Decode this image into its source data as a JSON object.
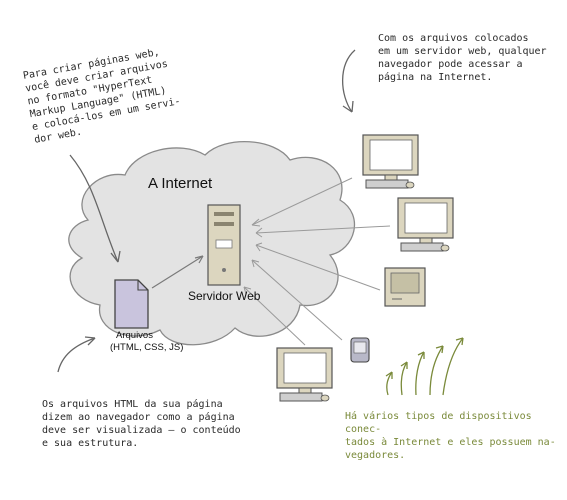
{
  "diagram": {
    "internet_label": "A Internet",
    "server_label": "Servidor Web",
    "files": {
      "name": "Arquivos",
      "types": "(HTML, CSS, JS)"
    },
    "notes": {
      "create_lines": [
        "Para criar páginas web,",
        "você deve criar arquivos",
        "no formato \"HyperText",
        "Markup Language\" (HTML)",
        "e colocá-los em um servi-",
        "dor web."
      ],
      "access_lines": [
        "Com os arquivos colocados",
        "em um servidor web, qualquer",
        "navegador pode acessar a",
        "página na Internet."
      ],
      "files_lines": [
        "Os arquivos HTML da sua página",
        "dizem ao navegador como a página",
        "deve ser visualizada – o conteúdo",
        "e sua estrutura."
      ],
      "devices_lines": [
        "Há vários tipos de dispositivos conec-",
        "tados à Internet e eles possuem na-",
        "vegadores."
      ]
    },
    "colors": {
      "cloud": "#e3e3e3",
      "file": "#c9c4dd",
      "device": "#dcd6bf",
      "screen": "#ffffff",
      "handwriting_green": "#7a8a3a"
    }
  }
}
